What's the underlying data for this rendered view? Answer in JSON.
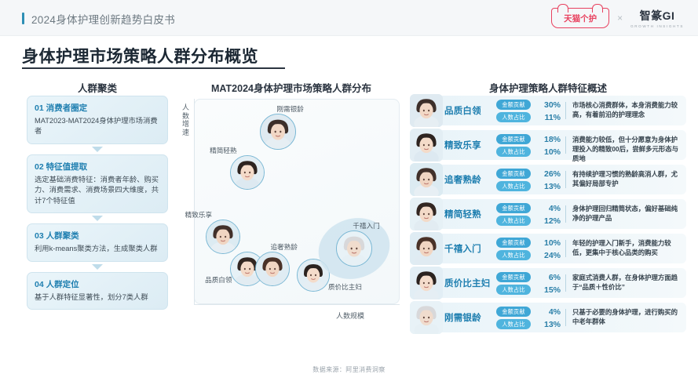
{
  "header": {
    "eyebrow": "2024身体护理创新趋势白皮书",
    "page_title": "身体护理市场策略人群分布概览",
    "logo_left": "天猫个护",
    "logo_divider": "×",
    "logo_right_main": "智篆GI",
    "logo_right_sub": "GROWTH INSIGHTS",
    "accent_color": "#2d8fb5"
  },
  "left_panel": {
    "heading": "人群聚类",
    "steps": [
      {
        "num": "01",
        "title": "消费者圈定",
        "body": "MAT2023-MAT2024身体护理市场消费者"
      },
      {
        "num": "02",
        "title": "特征值提取",
        "body": "选定基础消费特征：消费者年龄、购买力、消费需求、消费场景四大维度，共计7个特征值"
      },
      {
        "num": "03",
        "title": "人群聚类",
        "body": "利用k-means聚类方法，生成聚类人群"
      },
      {
        "num": "04",
        "title": "人群定位",
        "body": "基于人群特征显著性，划分7类人群"
      }
    ]
  },
  "chart_data": {
    "type": "scatter",
    "title": "MAT2024身体护理市场策略人群分布",
    "xlabel": "人数规模",
    "ylabel": "人数增速",
    "grid": false,
    "legend": "none",
    "xlim": [
      0,
      100
    ],
    "ylim": [
      0,
      100
    ],
    "points": [
      {
        "label": "刚需银龄",
        "x": 41,
        "y": 84,
        "size": 46,
        "highlight": false
      },
      {
        "label": "精简轻熟",
        "x": 26,
        "y": 64,
        "size": 44,
        "highlight": false
      },
      {
        "label": "精致乐享",
        "x": 14,
        "y": 33,
        "size": 44,
        "highlight": false
      },
      {
        "label": "品质白领",
        "x": 26,
        "y": 17,
        "size": 44,
        "highlight": false
      },
      {
        "label": "追奢熟龄",
        "x": 38,
        "y": 17,
        "size": 44,
        "highlight": false
      },
      {
        "label": "质价比主妇",
        "x": 58,
        "y": 14,
        "size": 42,
        "highlight": false
      },
      {
        "label": "千禧入门",
        "x": 78,
        "y": 27,
        "size": 46,
        "highlight": true
      }
    ]
  },
  "right_panel": {
    "heading": "身体护理策略人群特征概述",
    "metric_labels": {
      "amount": "金额贡献",
      "share": "人数占比"
    },
    "rows": [
      {
        "name": "品质白领",
        "amount": "30%",
        "share": "11%",
        "desc": "市场核心消费群体，本身消费能力较高，有着前沿的护理理念"
      },
      {
        "name": "精致乐享",
        "amount": "18%",
        "share": "10%",
        "desc": "消费能力较低，但十分愿意为身体护理投入的精致00后，尝鲜多元形态与质地"
      },
      {
        "name": "追奢熟龄",
        "amount": "26%",
        "share": "13%",
        "desc": "有持续护理习惯的熟龄高消人群，尤其偏好局部专护"
      },
      {
        "name": "精简轻熟",
        "amount": "4%",
        "share": "12%",
        "desc": "身体护理回归精简状态，偏好基础纯净的护理产品"
      },
      {
        "name": "千禧入门",
        "amount": "10%",
        "share": "24%",
        "desc": "年轻的护理入门新手，消费能力较低，更集中于核心品类的购买"
      },
      {
        "name": "质价比主妇",
        "amount": "6%",
        "share": "15%",
        "desc": "家庭式消费人群，在身体护理方面趋于“品质＋性价比”"
      },
      {
        "name": "刚需银龄",
        "amount": "4%",
        "share": "13%",
        "desc": "只基于必要的身体护理，进行购买的中老年群体"
      }
    ]
  },
  "footer": {
    "source": "数据来源：阿里消费洞察"
  }
}
